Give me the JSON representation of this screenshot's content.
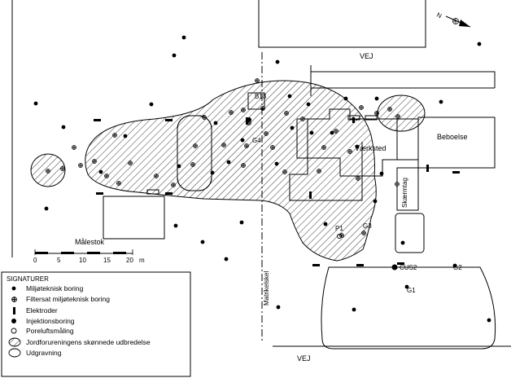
{
  "labels": {
    "road_top": "VEJ",
    "road_bottom": "VEJ",
    "beboelse": "Beboelse",
    "vaerksted": "Værksted",
    "skaermtag": "Skærmtag",
    "matrikelskel": "Matrikelskel",
    "malestok": "Målestok",
    "north": "N",
    "b13": "B13",
    "g4": "G4",
    "p1": "P1",
    "g3": "G3",
    "cus2": "CUS2",
    "g2": "G2",
    "g1": "G1"
  },
  "scale": {
    "ticks": [
      "0",
      "5",
      "10",
      "15",
      "20"
    ],
    "unit": "m"
  },
  "legend": {
    "title": "SIGNATURER",
    "items": [
      {
        "icon": "environmental-boring-icon",
        "label": "Miljøteknisk boring"
      },
      {
        "icon": "filtered-boring-icon",
        "label": "Filtersat miljøteknisk boring"
      },
      {
        "icon": "electrode-icon",
        "label": "Elektroder"
      },
      {
        "icon": "injection-boring-icon",
        "label": "Injektionsboring"
      },
      {
        "icon": "pore-air-icon",
        "label": "Poreluftsmåling"
      },
      {
        "icon": "hatched-area-icon",
        "label": "Jordforureningens skønnede udbredelse"
      },
      {
        "icon": "excavation-icon",
        "label": "Udgravning"
      }
    ]
  }
}
